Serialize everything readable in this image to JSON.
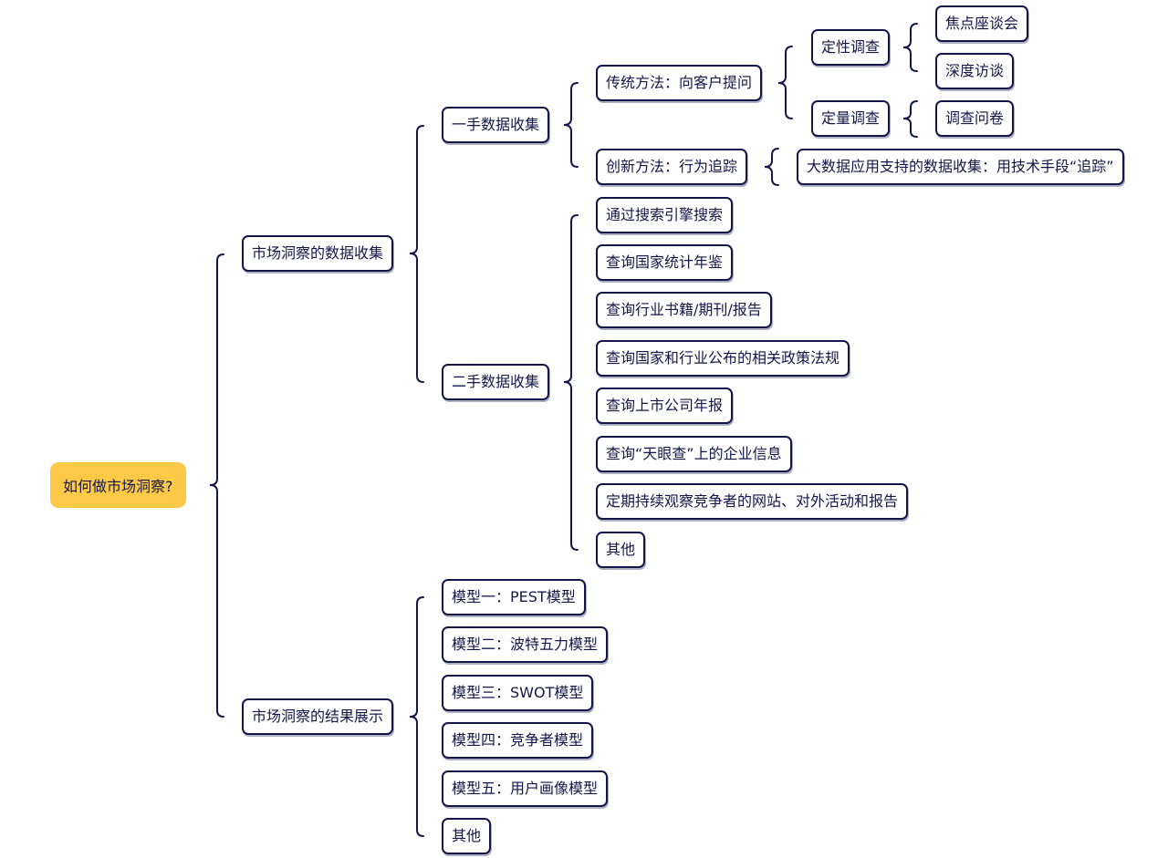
{
  "diagram": {
    "root": "如何做市场洞察?",
    "branches": {
      "collection": {
        "label": "市场洞察的数据收集",
        "first_hand": {
          "label": "一手数据收集",
          "traditional": {
            "label": "传统方法：向客户提问",
            "qualitative": {
              "label": "定性调查",
              "items": [
                "焦点座谈会",
                "深度访谈"
              ]
            },
            "quantitative": {
              "label": "定量调查",
              "items": [
                "调查问卷"
              ]
            }
          },
          "innovative": {
            "label": "创新方法：行为追踪",
            "items": [
              "大数据应用支持的数据收集：用技术手段“追踪”"
            ]
          }
        },
        "second_hand": {
          "label": "二手数据收集",
          "items": [
            "通过搜索引擎搜索",
            "查询国家统计年鉴",
            "查询行业书籍/期刊/报告",
            "查询国家和行业公布的相关政策法规",
            "查询上市公司年报",
            "查询“天眼查”上的企业信息",
            "定期持续观察竞争者的网站、对外活动和报告",
            "其他"
          ]
        }
      },
      "results": {
        "label": "市场洞察的结果展示",
        "items": [
          "模型一：PEST模型",
          "模型二：波特五力模型",
          "模型三：SWOT模型",
          "模型四：竞争者模型",
          "模型五：用户画像模型",
          "其他"
        ]
      }
    }
  },
  "colors": {
    "line": "#14164a",
    "root_fill": "#fdc946",
    "node_fill": "#ffffff",
    "text": "#14164a"
  }
}
